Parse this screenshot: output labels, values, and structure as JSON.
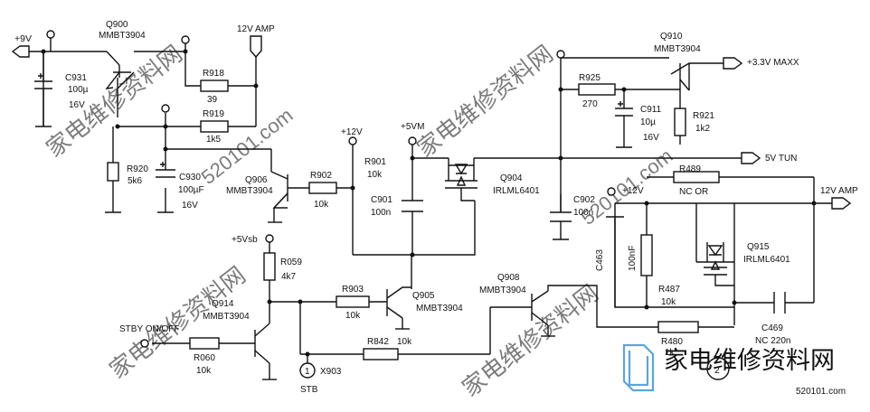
{
  "labels": {
    "p9v": "+9V",
    "q900": "Q900",
    "q900_type": "MMBT3904",
    "amp12_top": "12V AMP",
    "c931": "C931",
    "c931_val": "100µ",
    "c931_v": "16V",
    "r918": "R918",
    "r918_val": "39",
    "r919": "R919",
    "r919_val": "1k5",
    "r920": "R920",
    "r920_val": "5k6",
    "c930": "C930",
    "c930_val": "100µF",
    "c930_v": "16V",
    "q906": "Q906",
    "q906_type": "MMBT3904",
    "r902": "R902",
    "r902_val": "10k",
    "p12v_a": "+12V",
    "r901": "R901",
    "r901_val": "10k",
    "p5vm": "+5VM",
    "c901": "C901",
    "c901_val": "100n",
    "q904": "Q904",
    "q904_type": "IRLML6401",
    "q910": "Q910",
    "q910_type": "MMBT3904",
    "out33": "+3.3V MAXX",
    "r925": "R925",
    "r925_val": "270",
    "c911": "C911",
    "c911_val": "10µ",
    "c911_v": "16V",
    "r921": "R921",
    "r921_val": "1k2",
    "out5vtun": "5V TUN",
    "c902": "C902",
    "c902_val": "100n",
    "r489": "R489",
    "r489_val": "NC OR",
    "p12v_b": "+12V",
    "amp12_right": "12V AMP",
    "c463": "C463",
    "c463_val": "100nF",
    "q915": "Q915",
    "q915_type": "IRLML6401",
    "r487": "R487",
    "r487_val": "10k",
    "p5vsb": "+5Vsb",
    "r059": "R059",
    "r059_val": "4k7",
    "r903": "R903",
    "r903_val": "10k",
    "q905": "Q905",
    "q905_type": "MMBT3904",
    "q908": "Q908",
    "q908_type": "MMBT3904",
    "q914": "Q914",
    "q914_type": "MMBT3904",
    "stby": "STBY ON/OFF",
    "r060": "R060",
    "r060_val": "10k",
    "r842": "R842",
    "r842_val": "10k",
    "tp": "1",
    "x903": "X903",
    "stb": "STB",
    "r480": "R480",
    "r480_val": "1k",
    "c469": "C469",
    "c469_val": "NC 220n",
    "circle2": "2"
  },
  "watermarks": {
    "cn": "家电维修资料网",
    "url": "520101.com"
  },
  "logo": {
    "cn": "家电维修资料网",
    "url": "520101.com"
  }
}
